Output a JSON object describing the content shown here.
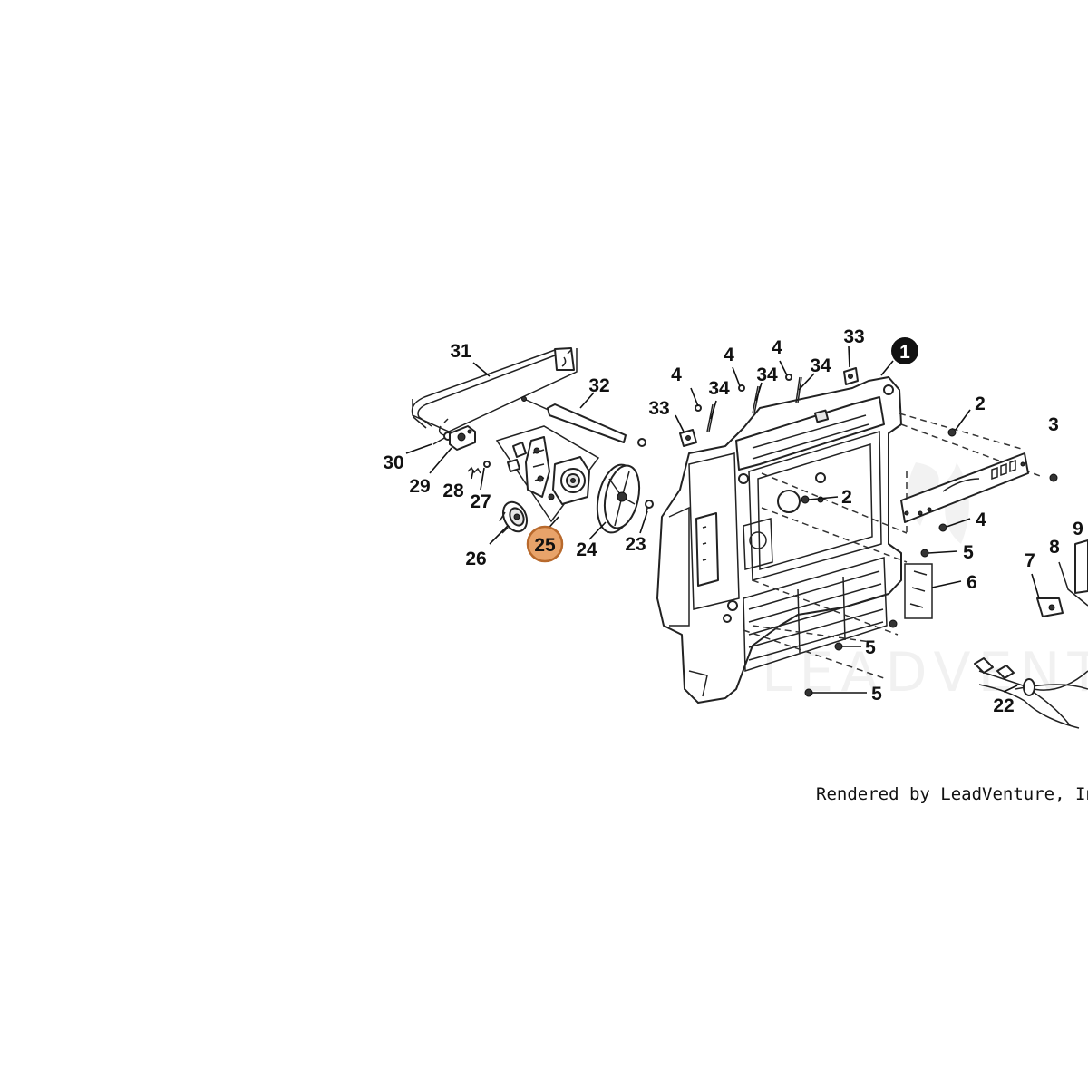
{
  "diagram": {
    "highlight_color": "#e8a36a",
    "highlight_stroke": "#b8692c",
    "watermark": "LEADVENTURE",
    "credit": "Rendered by LeadVenture, Inc.",
    "highlighted_callout": "25",
    "circled_callout": "1",
    "callouts": {
      "c31": "31",
      "c32": "32",
      "c30": "30",
      "c29": "29",
      "c28": "28",
      "c27": "27",
      "c26": "26",
      "c25": "25",
      "c24": "24",
      "c23": "23",
      "c33a": "33",
      "c33b": "33",
      "c4a": "4",
      "c4b": "4",
      "c4c": "4",
      "c4d": "4",
      "c34a": "34",
      "c34b": "34",
      "c34c": "34",
      "c1": "1",
      "c2a": "2",
      "c2b": "2",
      "c3": "3",
      "c5a": "5",
      "c5b": "5",
      "c5c": "5",
      "c6": "6",
      "c7": "7",
      "c8": "8",
      "c9": "9",
      "c22": "22"
    }
  }
}
